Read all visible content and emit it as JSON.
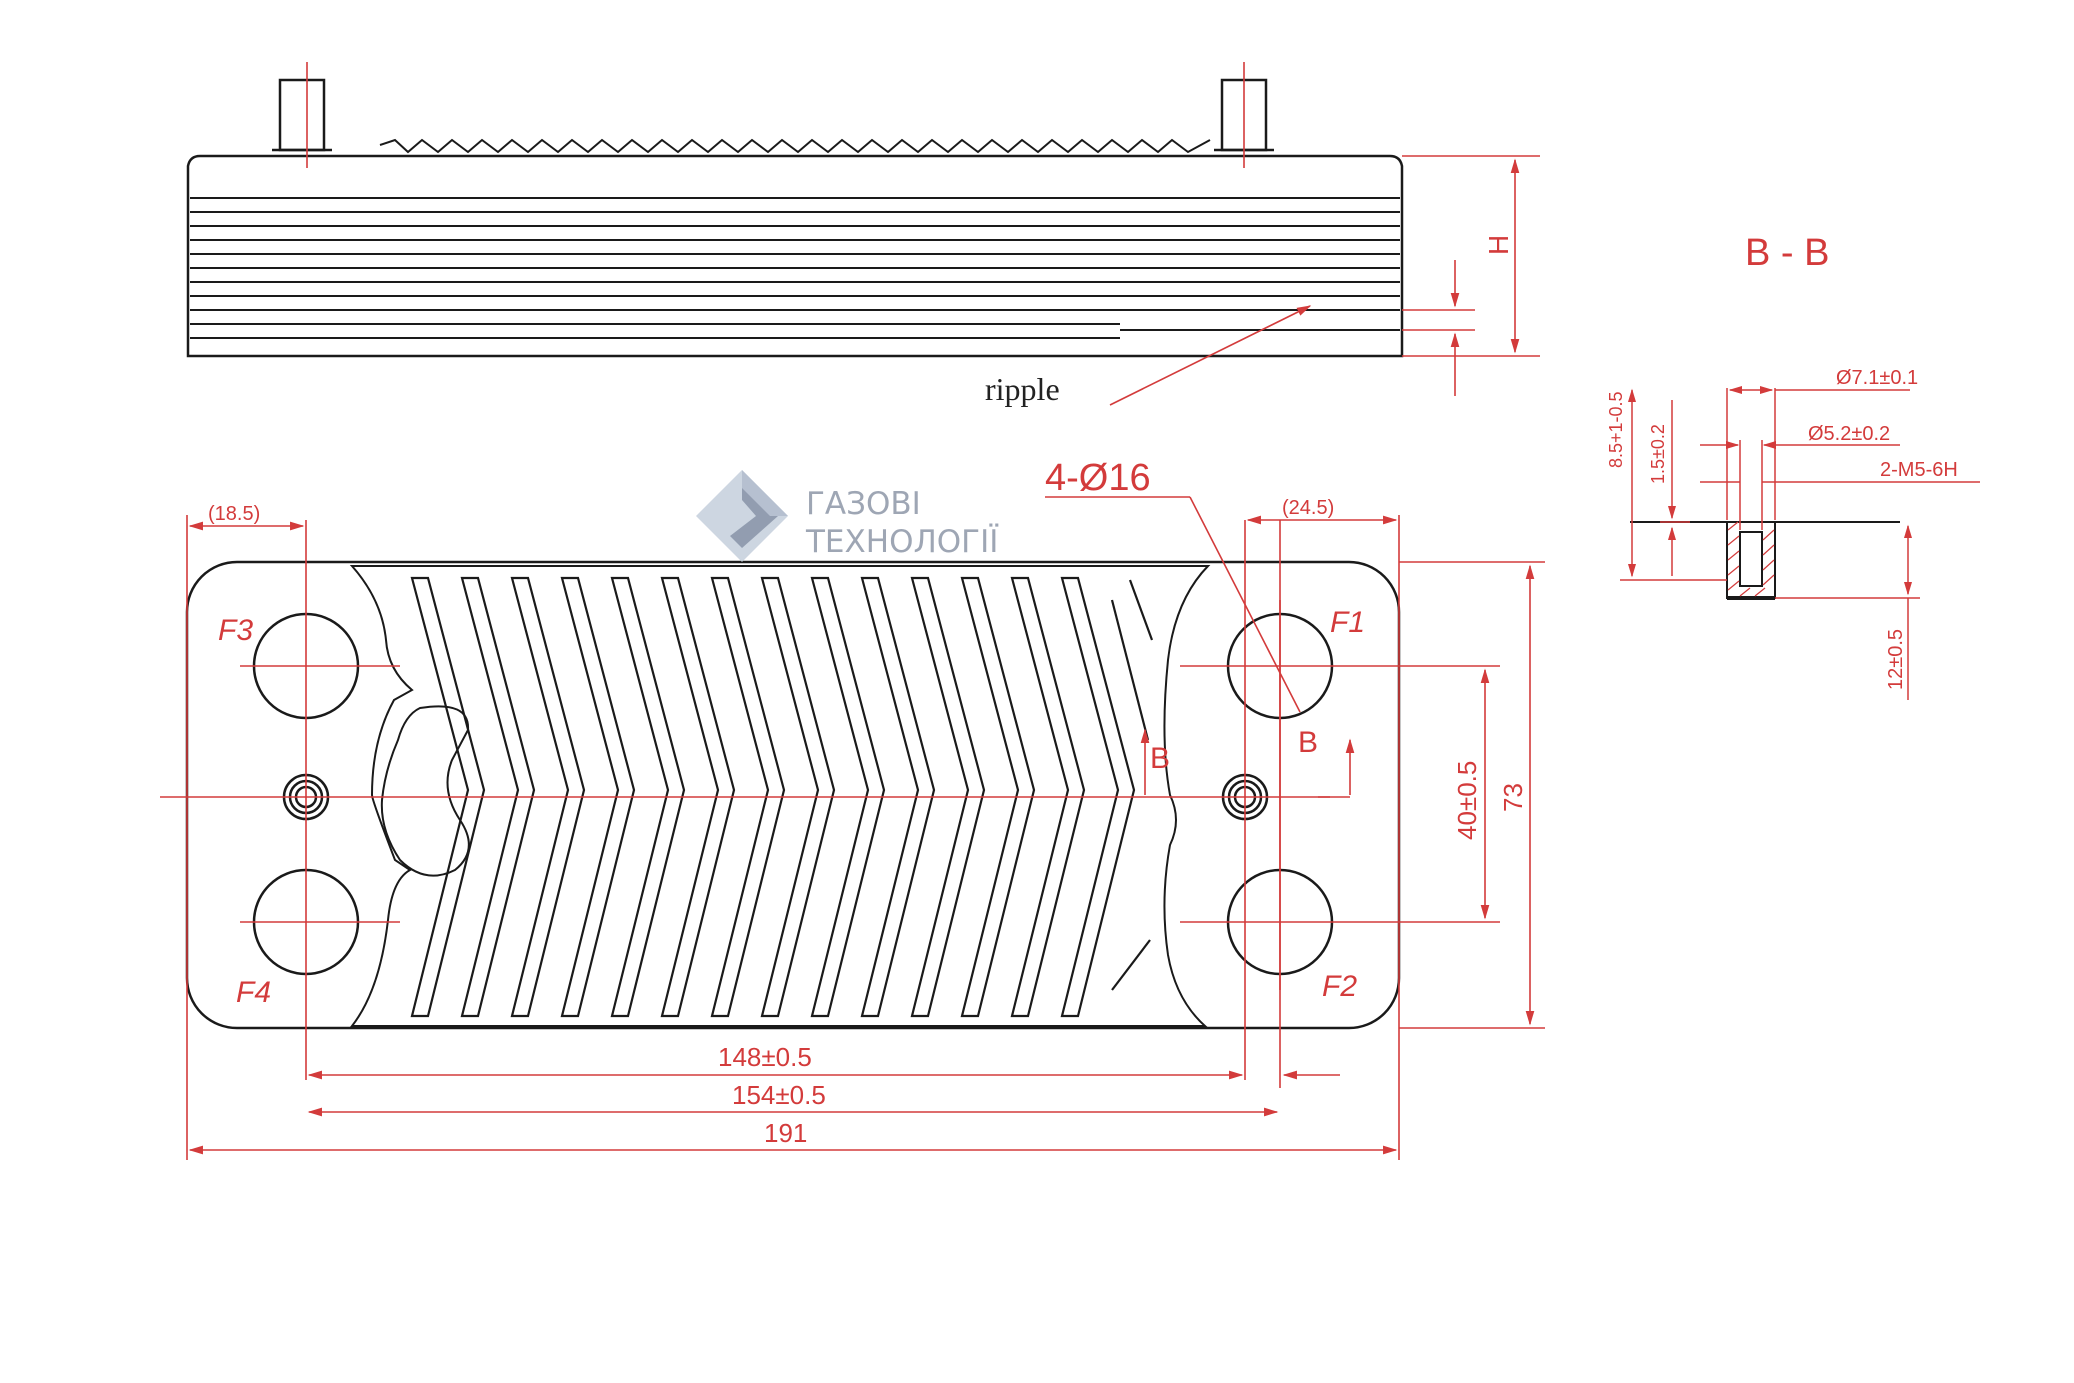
{
  "drawing": {
    "ripple_label": "ripple",
    "height_label": "H",
    "section_title": "B - B",
    "holes_label": "4-Ø16",
    "section_mark": "B",
    "port_labels": [
      "F1",
      "F2",
      "F3",
      "F4"
    ],
    "dims": {
      "left_offset": "(18.5)",
      "right_offset": "(24.5)",
      "port_spacing_148": "148±0.5",
      "port_spacing_154": "154±0.5",
      "overall_length": "191",
      "port_vertical": "40±0.5",
      "overall_height": "73"
    },
    "section_dims": {
      "outer_diameter": "Ø7.1±0.1",
      "inner_diameter": "Ø5.2±0.2",
      "thread": "2-M5-6H",
      "depth_a": "8.5+1-0.5",
      "depth_b": "1.5±0.2",
      "depth_c": "12±0.5"
    }
  },
  "watermark": {
    "line1": "ГАЗОВІ",
    "line2": "ТЕХНОЛОГІЇ"
  },
  "colors": {
    "line": "#1a1a1a",
    "dimension": "#d33b3b",
    "logo": "#9aa6ba"
  }
}
